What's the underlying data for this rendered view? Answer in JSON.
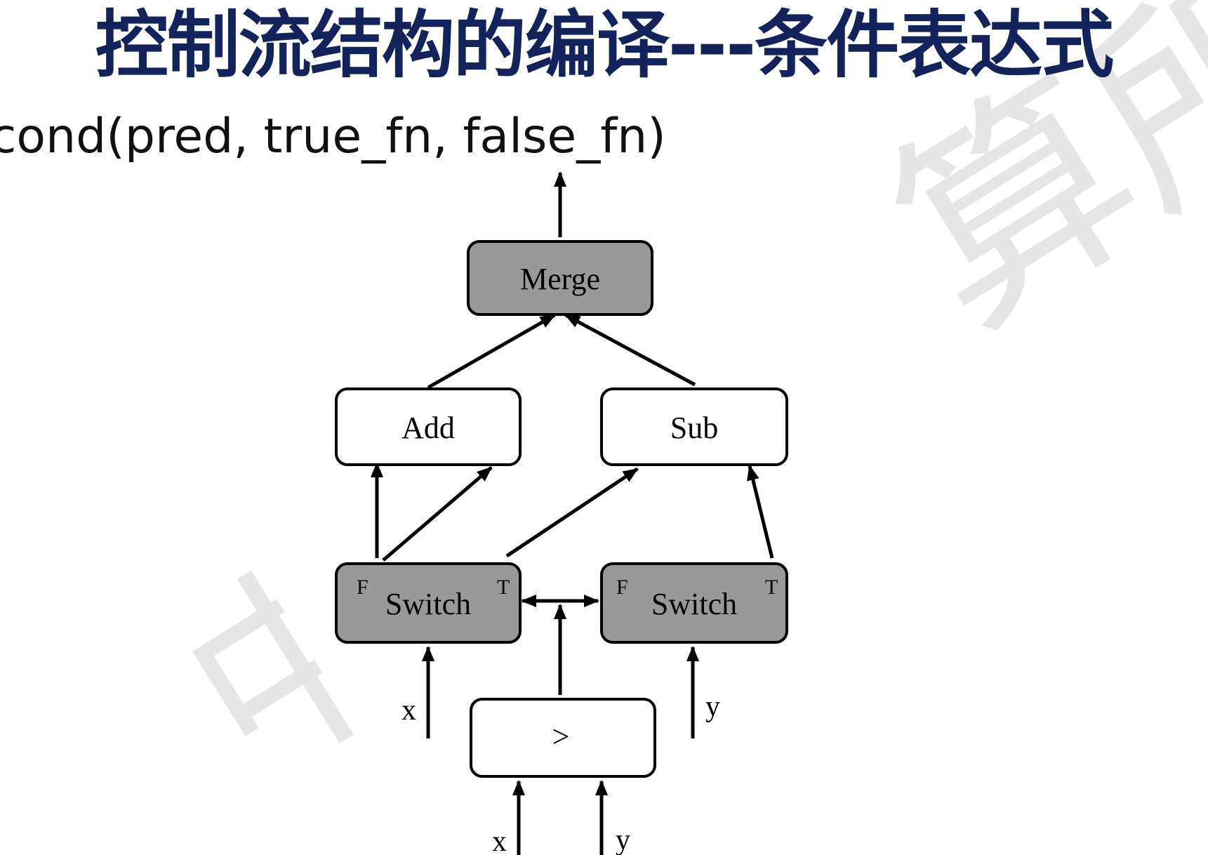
{
  "title": "控制流结构的编译---条件表达式",
  "subtitle": "cond(pred, true_fn, false_fn)",
  "watermark": {
    "right_text": "算所",
    "left_text": "中"
  },
  "colors": {
    "title": "#13235b",
    "gray_node": "#999999",
    "white_node": "#ffffff",
    "stroke": "#000000",
    "watermark": "#e6e6e6"
  },
  "diagram": {
    "nodes": {
      "merge": "Merge",
      "add": "Add",
      "sub": "Sub",
      "switch_left": "Switch",
      "switch_right": "Switch",
      "greater": ">"
    },
    "ports": {
      "left_false": "F",
      "left_true": "T",
      "right_false": "F",
      "right_true": "T"
    },
    "inputs": {
      "switch_left_x": "x",
      "switch_right_y": "y",
      "greater_x": "x",
      "greater_y": "y"
    }
  }
}
